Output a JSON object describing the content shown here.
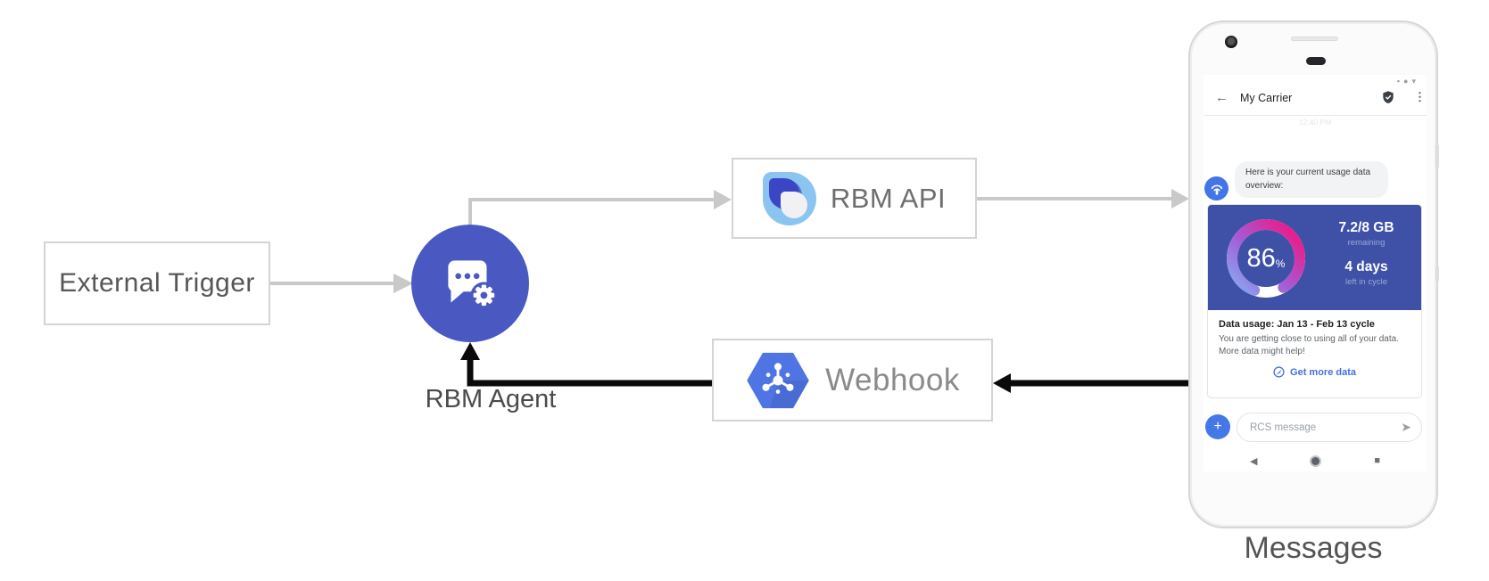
{
  "diagram": {
    "nodes": {
      "external_trigger": {
        "label": "External Trigger"
      },
      "rbm_agent": {
        "label": "RBM Agent"
      },
      "rbm_api": {
        "label": "RBM API"
      },
      "webhook": {
        "label": "Webhook"
      },
      "messages_phone": {
        "label": "Messages"
      }
    },
    "colors": {
      "agent_circle": "#4a58c2",
      "webhook_hexagon": "#4f74e4",
      "api_logo_light": "#8ac4f0",
      "api_logo_dark": "#3a46c5",
      "connector_gray": "#c9c9c9",
      "connector_black": "#0a0a0a"
    }
  },
  "phone": {
    "status_icons": {
      "square": "▪",
      "circle": "●",
      "triangle": "▾"
    },
    "header": {
      "back_icon": "←",
      "title": "My Carrier",
      "verified_icon": "shield-check",
      "menu_icon": "⋮"
    },
    "timestamp": "12:40 PM",
    "agent_message": {
      "text": "Here is your current usage data overview:"
    },
    "usage_card": {
      "card_color": "#3f51a6",
      "gauge_percent": "86",
      "percent_sign": "%",
      "remaining_value": "7.2/8 GB",
      "remaining_label": "remaining",
      "days_value": "4 days",
      "days_label": "left in cycle",
      "title": "Data usage: Jan 13 - Feb 13 cycle",
      "body": "You are getting close to using all of your data. More data might help!",
      "action_label": "Get more data"
    },
    "composer": {
      "plus_icon": "+",
      "placeholder": "RCS message",
      "send_icon": "➤"
    },
    "navbar": {
      "back_icon": "◀",
      "home_icon": "home-circle",
      "recents_icon": "■"
    }
  }
}
